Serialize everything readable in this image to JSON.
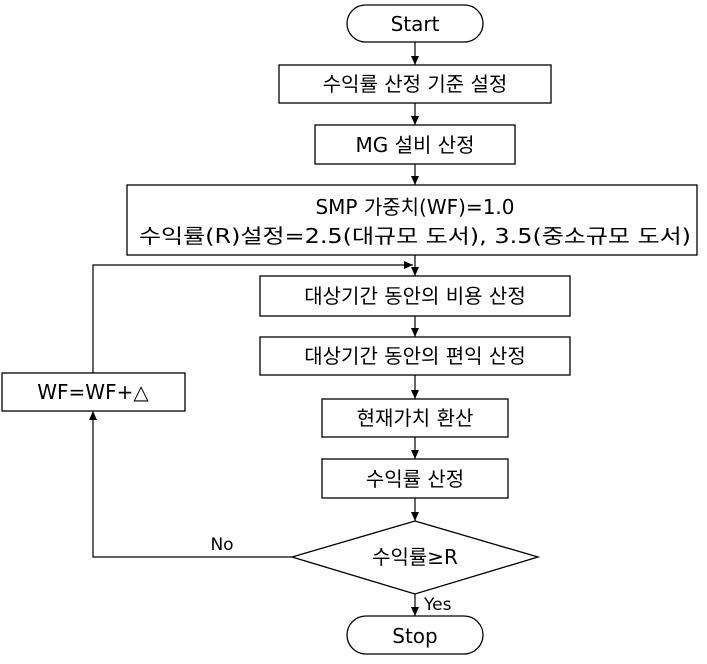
{
  "flowchart": {
    "nodes": {
      "start": {
        "label": "Start"
      },
      "criteria": {
        "label": "수익률 산정 기준 설정"
      },
      "mg_calc": {
        "label": "MG 설비 산정"
      },
      "params": {
        "line1": "SMP 가중치(WF)=1.0",
        "line2": "수익률(R)설정=2.5(대규모 도서), 3.5(중소규모 도서)"
      },
      "cost": {
        "label": "대상기간 동안의 비용 산정"
      },
      "benefit": {
        "label": "대상기간 동안의 편익 산정"
      },
      "present_value": {
        "label": "현재가치 환산"
      },
      "roi": {
        "label": "수익률 산정"
      },
      "decision": {
        "label": "수익률≥R"
      },
      "update_wf": {
        "label": "WF=WF+△"
      },
      "stop": {
        "label": "Stop"
      }
    },
    "edges": {
      "no_label": "No",
      "yes_label": "Yes"
    }
  }
}
